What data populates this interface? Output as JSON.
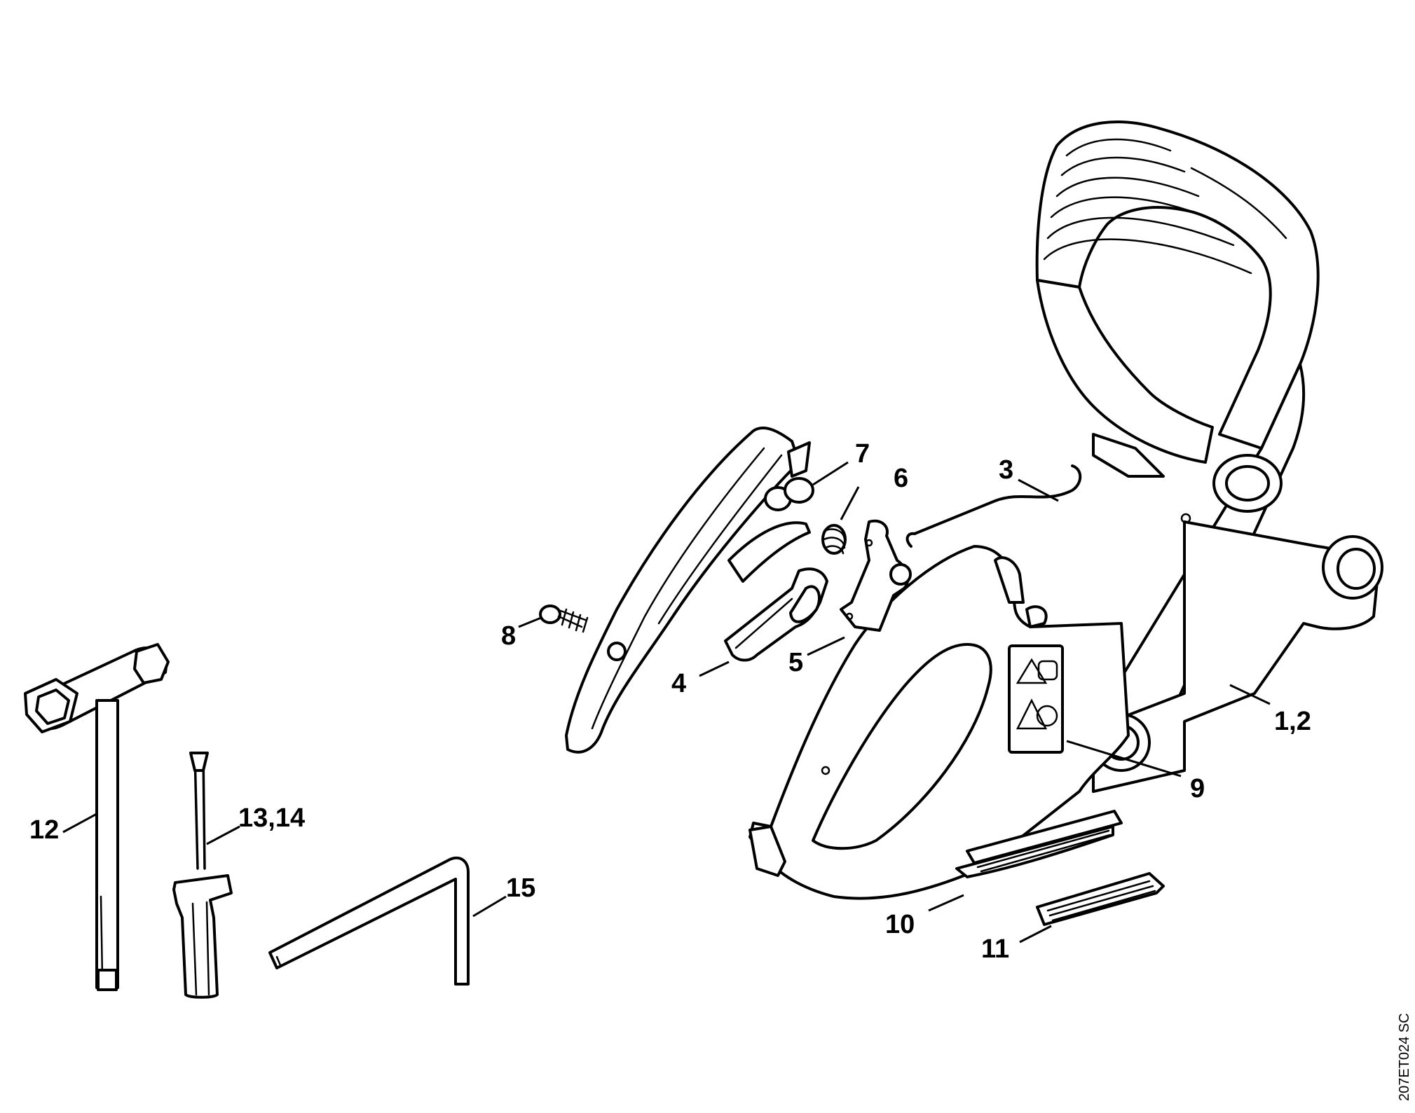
{
  "labels": {
    "l_1_2": "1,2",
    "l_3": "3",
    "l_4": "4",
    "l_5": "5",
    "l_6": "6",
    "l_7": "7",
    "l_8": "8",
    "l_9": "9",
    "l_10": "10",
    "l_11": "11",
    "l_12": "12",
    "l_13_14": "13,14",
    "l_15": "15"
  },
  "reference_code": "207ET024 SC",
  "colors": {
    "line": "#000000",
    "background": "#ffffff"
  }
}
